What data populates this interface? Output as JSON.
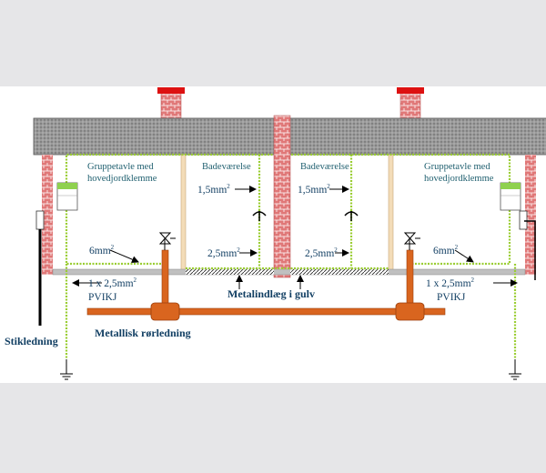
{
  "labels": {
    "panel_left_line1": "Gruppetavle med",
    "panel_left_line2": "hovedjordklemme",
    "bath_left": "Badeværelse",
    "bath_right": "Badeværelse",
    "panel_right_line1": "Gruppetavle med",
    "panel_right_line2": "hovedjordklemme",
    "wire_15_left": "1,5mm",
    "wire_15_right": "1,5mm",
    "wire_25_left": "2,5mm",
    "wire_25_right": "2,5mm",
    "wire_6_left": "6mm",
    "wire_6_right": "6mm",
    "sup2": "2",
    "pvikj_left_line1": "1 x 2,5mm",
    "pvikj_left_line2": "PVIKJ",
    "pvikj_right_line1": "1 x 2,5mm",
    "pvikj_right_line2": "PVIKJ",
    "floor_label": "Metalindlæg i gulv",
    "pipe_label": "Metallisk rørledning",
    "supply_label": "Stikledning"
  },
  "colors": {
    "brick": "#e07878",
    "roof": "#9b9b9b",
    "ground_wire": "#9acd32",
    "pipe": "#d9651f",
    "chimney_cap": "#dd1111",
    "wall": "#f3dcb8",
    "floor": "#c0c0c0"
  }
}
